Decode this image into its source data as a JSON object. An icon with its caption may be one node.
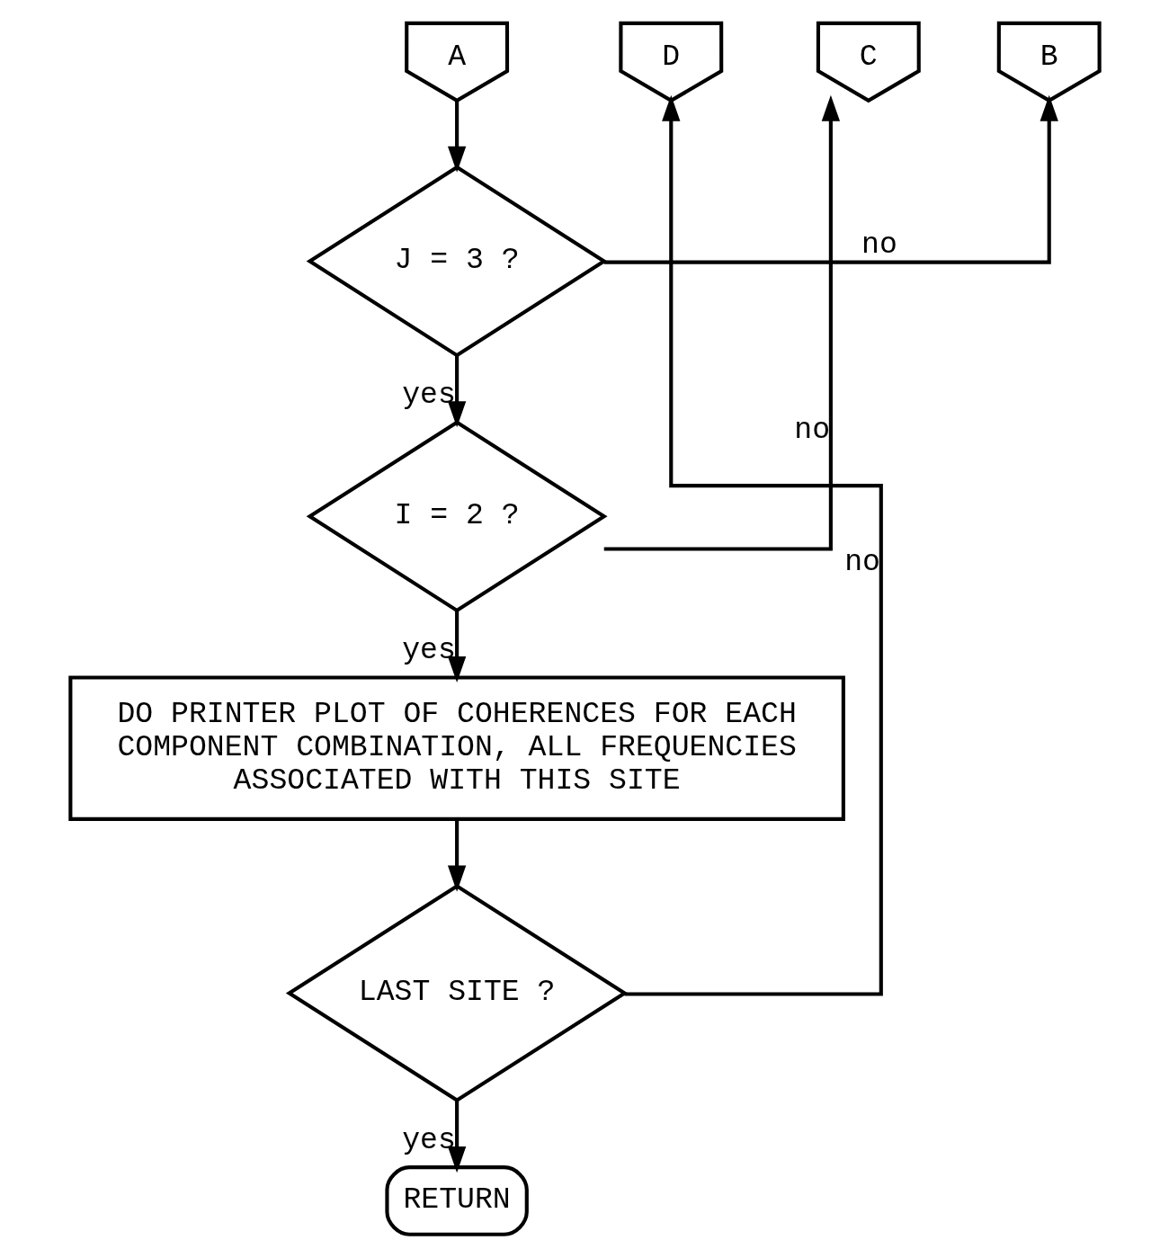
{
  "diagram": {
    "nodes": [
      {
        "text": [
          "A"
        ]
      },
      {
        "text": [
          "B"
        ]
      },
      {
        "text": [
          "C"
        ]
      },
      {
        "text": [
          "D"
        ]
      },
      {
        "text": [
          "J = 3 ?"
        ]
      },
      {
        "text": [
          "I = 2 ?"
        ]
      },
      {
        "text": [
          "DO PRINTER PLOT OF COHERENCES FOR EACH COMPONENT COMBINATION, ALL FREQUENCIES ASSOCIATED WITH THIS SITE"
        ]
      },
      {
        "text": [
          "LAST SITE ?"
        ]
      },
      {
        "text": [
          "RETURN"
        ]
      }
    ],
    "edges": [
      {
        "from": 0,
        "to": 4,
        "arrow": "to"
      },
      {
        "from": 4,
        "to": 1,
        "label": "no",
        "arrow": "to"
      },
      {
        "from": 4,
        "to": 5,
        "label": "yes",
        "arrow": "to"
      },
      {
        "from": 5,
        "to": 2,
        "label": "no",
        "arrow": "to"
      },
      {
        "from": 5,
        "to": 6,
        "label": "yes",
        "arrow": "to"
      },
      {
        "from": 6,
        "to": 7,
        "arrow": "to"
      },
      {
        "from": 7,
        "to": 3,
        "label": "no",
        "arrow": "to"
      },
      {
        "from": 7,
        "to": 8,
        "label": "yes",
        "arrow": "to"
      }
    ]
  }
}
